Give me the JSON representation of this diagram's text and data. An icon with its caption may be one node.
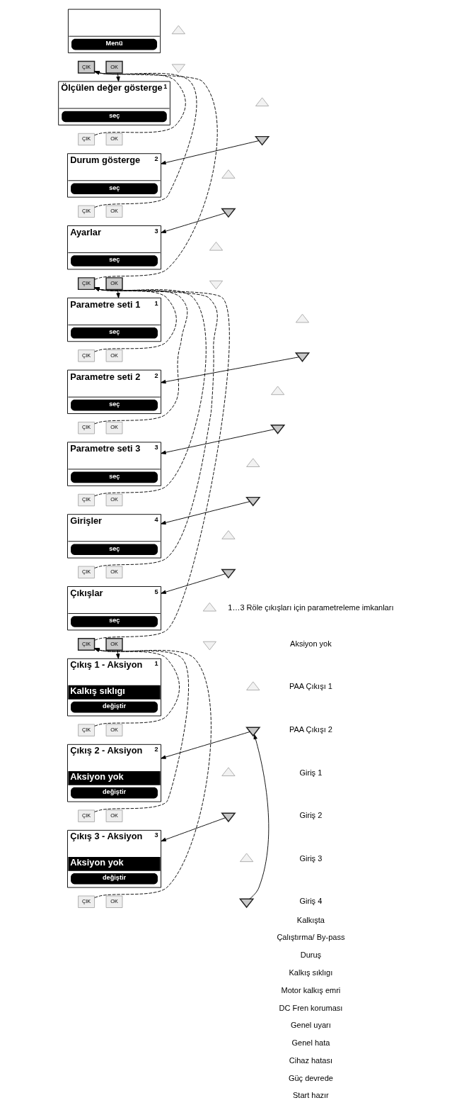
{
  "diagram": {
    "nodes": [
      {
        "text": [
          "Menü"
        ]
      },
      {
        "text": [],
        "shape": "triangle"
      },
      {
        "text": [],
        "shape": "triangle"
      },
      {
        "text": [
          "ÇIK"
        ]
      },
      {
        "text": [
          "OK"
        ]
      },
      {
        "text": [
          "Ölçülen değer gösterge",
          "1",
          "seç"
        ]
      },
      {
        "text": [],
        "shape": "triangle"
      },
      {
        "text": [],
        "shape": "triangle"
      },
      {
        "text": [
          "ÇIK"
        ]
      },
      {
        "text": [
          "OK"
        ]
      },
      {
        "text": [
          "Durum gösterge",
          "2",
          "seç"
        ]
      },
      {
        "text": [],
        "shape": "triangle"
      },
      {
        "text": [],
        "shape": "triangle"
      },
      {
        "text": [
          "ÇIK"
        ]
      },
      {
        "text": [
          "OK"
        ]
      },
      {
        "text": [
          "Ayarlar",
          "3",
          "seç"
        ]
      },
      {
        "text": [],
        "shape": "triangle"
      },
      {
        "text": [],
        "shape": "triangle"
      },
      {
        "text": [
          "ÇIK"
        ]
      },
      {
        "text": [
          "OK"
        ]
      },
      {
        "text": [
          "Parametre seti 1",
          "1",
          "seç"
        ]
      },
      {
        "text": [],
        "shape": "triangle"
      },
      {
        "text": [],
        "shape": "triangle"
      },
      {
        "text": [
          "ÇIK"
        ]
      },
      {
        "text": [
          "OK"
        ]
      },
      {
        "text": [
          "Parametre seti 2",
          "2",
          "seç"
        ]
      },
      {
        "text": [],
        "shape": "triangle"
      },
      {
        "text": [],
        "shape": "triangle"
      },
      {
        "text": [
          "ÇIK"
        ]
      },
      {
        "text": [
          "OK"
        ]
      },
      {
        "text": [
          "Parametre seti 3",
          "3",
          "seç"
        ]
      },
      {
        "text": [],
        "shape": "triangle"
      },
      {
        "text": [],
        "shape": "triangle"
      },
      {
        "text": [
          "ÇIK"
        ]
      },
      {
        "text": [
          "OK"
        ]
      },
      {
        "text": [
          "Girişler",
          "4",
          "seç"
        ]
      },
      {
        "text": [],
        "shape": "triangle"
      },
      {
        "text": [],
        "shape": "triangle"
      },
      {
        "text": [
          "ÇIK"
        ]
      },
      {
        "text": [
          "OK"
        ]
      },
      {
        "text": [
          "Çıkışlar",
          "5",
          "seç"
        ]
      },
      {
        "text": [],
        "shape": "triangle"
      },
      {
        "text": [],
        "shape": "triangle"
      },
      {
        "text": [
          "ÇIK"
        ]
      },
      {
        "text": [
          "OK"
        ]
      },
      {
        "text": [
          "Çıkış 1 - Aksiyon",
          "Kalkış sıklıgı",
          "1",
          "değiştir"
        ]
      },
      {
        "text": [],
        "shape": "triangle"
      },
      {
        "text": [],
        "shape": "triangle"
      },
      {
        "text": [
          "ÇIK"
        ]
      },
      {
        "text": [
          "OK"
        ]
      },
      {
        "text": [
          "Çıkış 2 - Aksiyon",
          "Aksiyon yok",
          "2",
          "değiştir"
        ]
      },
      {
        "text": [],
        "shape": "triangle"
      },
      {
        "text": [],
        "shape": "triangle"
      },
      {
        "text": [
          "ÇIK"
        ]
      },
      {
        "text": [
          "OK"
        ]
      },
      {
        "text": [
          "Çıkış 3 - Aksiyon",
          "Aksiyon yok",
          "3",
          "değiştir"
        ]
      },
      {
        "text": [],
        "shape": "triangle"
      },
      {
        "text": [],
        "shape": "triangle"
      },
      {
        "text": [
          "ÇIK"
        ]
      },
      {
        "text": [
          "OK"
        ]
      }
    ],
    "edges": [
      {
        "from": 4,
        "to": 5,
        "arrow": "to"
      },
      {
        "from": 7,
        "to": 10,
        "arrow": "to"
      },
      {
        "from": 12,
        "to": 15,
        "arrow": "to"
      },
      {
        "from": 19,
        "to": 20,
        "arrow": "to"
      },
      {
        "from": 22,
        "to": 25,
        "arrow": "to"
      },
      {
        "from": 27,
        "to": 30,
        "arrow": "to"
      },
      {
        "from": 32,
        "to": 35,
        "arrow": "to"
      },
      {
        "from": 37,
        "to": 40,
        "arrow": "to"
      },
      {
        "from": 44,
        "to": 45,
        "arrow": "to"
      },
      {
        "from": 47,
        "to": 50,
        "arrow": "to"
      },
      {
        "from": 52,
        "to": 55,
        "arrow": "to"
      },
      {
        "from": 57,
        "to": 47,
        "arrow": "to"
      },
      {
        "from": 8,
        "to": 3,
        "arrow": "to",
        "style": "dashed"
      },
      {
        "from": 13,
        "to": 3,
        "arrow": "to",
        "style": "dashed"
      },
      {
        "from": 18,
        "to": 3,
        "arrow": "to",
        "style": "dashed"
      },
      {
        "from": 23,
        "to": 18,
        "arrow": "to",
        "style": "dashed"
      },
      {
        "from": 28,
        "to": 18,
        "arrow": "to",
        "style": "dashed"
      },
      {
        "from": 33,
        "to": 18,
        "arrow": "to",
        "style": "dashed"
      },
      {
        "from": 38,
        "to": 18,
        "arrow": "to",
        "style": "dashed"
      },
      {
        "from": 43,
        "to": 18,
        "arrow": "to",
        "style": "dashed"
      },
      {
        "from": 48,
        "to": 43,
        "arrow": "to",
        "style": "dashed"
      },
      {
        "from": 53,
        "to": 43,
        "arrow": "to",
        "style": "dashed"
      },
      {
        "from": 58,
        "to": 43,
        "arrow": "to",
        "style": "dashed"
      }
    ],
    "labels": [
      "1…3 Röle çıkışları için parametreleme imkanları",
      "Aksiyon yok",
      "PAA Çıkışı 1",
      "PAA Çıkışı 2",
      "Giriş 1",
      "Giriş 2",
      "Giriş 3",
      "Giriş 4",
      "Kalkışta",
      "Çalıştırma/ By-pass",
      "Duruş",
      "Kalkış sıklıgı",
      "Motor kalkış emri",
      "DC Fren koruması",
      "Genel uyarı",
      "Genel hata",
      "Cihaz hatası",
      "Güç devrede",
      "Start hazır"
    ]
  }
}
